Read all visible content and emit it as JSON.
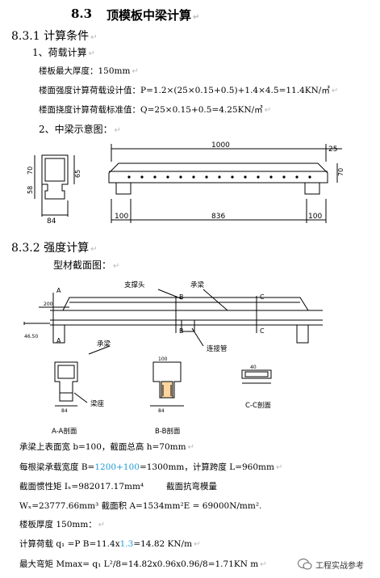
{
  "heading": {
    "number": "8.3",
    "title": "顶模板中梁计算"
  },
  "s831": {
    "title": "8.3.1 计算条件",
    "sub1": "1、荷载计算",
    "l1": "楼板最大厚度：150mm",
    "l2": "楼面强度计算荷载设计值：P=1.2×(25×0.15+0.5)+1.4×4.5=11.4KN/㎡",
    "l3": "楼面挠度计算荷载标准值：Q=25×0.15+0.5=4.25KN/㎡",
    "sub2": "2、中梁示意图："
  },
  "fig1": {
    "dim_total": "1000",
    "dim_right": "25",
    "dim_left_end": "100",
    "dim_mid": "836",
    "dim_right_end": "100",
    "dim_h": "70",
    "sec_w": "84",
    "sec_h1": "58",
    "sec_h2": "70",
    "sec_h3": "65"
  },
  "s832": {
    "title": "8.3.2 强度计算",
    "sub": "型材截面图："
  },
  "fig2": {
    "lbl_support": "支撑头",
    "lbl_beam": "承梁",
    "lbl_connector": "连接管",
    "lbl_A": "A",
    "lbl_B": "B",
    "lbl_C": "C",
    "dim_200": "200",
    "dim_4650": "46.50",
    "lbl_beam2": "承梁",
    "lbl_base": "梁座",
    "cap_A": "A-A剖面",
    "cap_B": "B-B剖面",
    "cap_C": "C-C剖面",
    "sec_84": "84",
    "sec_100": "100",
    "sec_40": "40"
  },
  "calc": {
    "r1": "承梁上表面宽 b=100，截面总高 h=70mm",
    "r2_pre": "每根梁承载宽度 B=",
    "r2_a": "1200",
    "r2_plus": "+",
    "r2_b": "100",
    "r2_post": "=1300mm，计算跨度 L=960mm",
    "r3a": "截面惯性矩 Iₓ=982017.17mm⁴",
    "r3b": "截面抗弯模量",
    "r4": "Wₓ=23777.66mm³  截面积 A=1534mm²E =    69000N/mm².",
    "r5": "楼板厚度 150mm：",
    "r6_pre": "计算荷载   q₁ =P B=11.4x",
    "r6_b": "1.3",
    "r6_post": "=14.82 KN/m",
    "r7": "最大弯矩 Mmax= q₁  L²/8=14.82x0.96x0.96/8=1.71KN m"
  },
  "watermark": "工程实战参考",
  "marks": {
    "para": "↵"
  }
}
